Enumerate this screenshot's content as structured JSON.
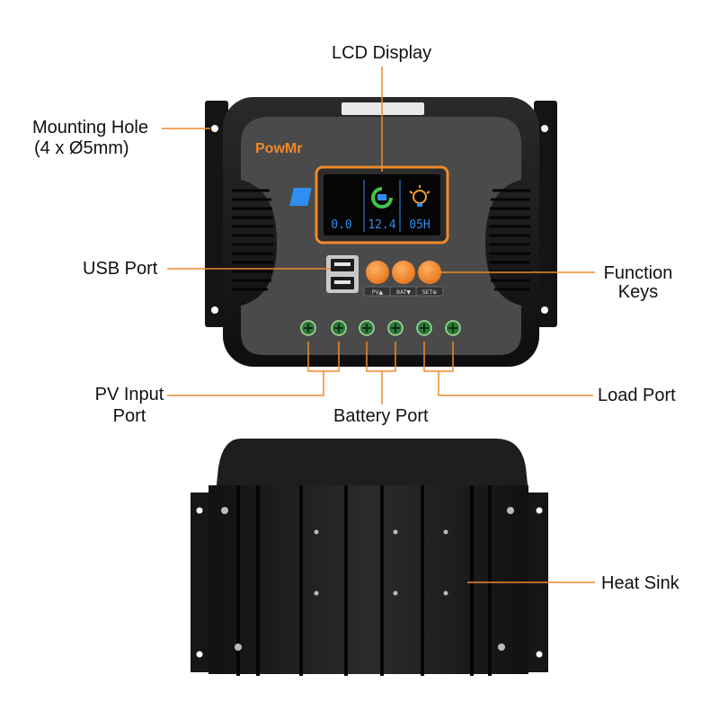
{
  "callouts": {
    "lcd_display": "LCD Display",
    "mounting_hole_line1": "Mounting Hole",
    "mounting_hole_line2": "(4 x Ø5mm)",
    "usb_port": "USB Port",
    "function_keys_line1": "Function",
    "function_keys_line2": "Keys",
    "pv_input_line1": "PV Input",
    "pv_input_line2": "Port",
    "battery_port": "Battery Port",
    "load_port": "Load Port",
    "heat_sink": "Heat Sink"
  },
  "device": {
    "brand": "PowMr",
    "lcd": {
      "pv_value": "0.0",
      "battery_value": "12.4",
      "load_value": "05H"
    },
    "keys": [
      "PV▲",
      "BAT▼",
      "SET⊕"
    ]
  },
  "colors": {
    "accent_orange": "#f0892b",
    "body_dark": "#1a1a1a",
    "face_grey": "#4a4a4a",
    "lcd_blue": "#2f8ff0",
    "lcd_green": "#3fc44a",
    "terminal_green": "#2f7a3a"
  }
}
